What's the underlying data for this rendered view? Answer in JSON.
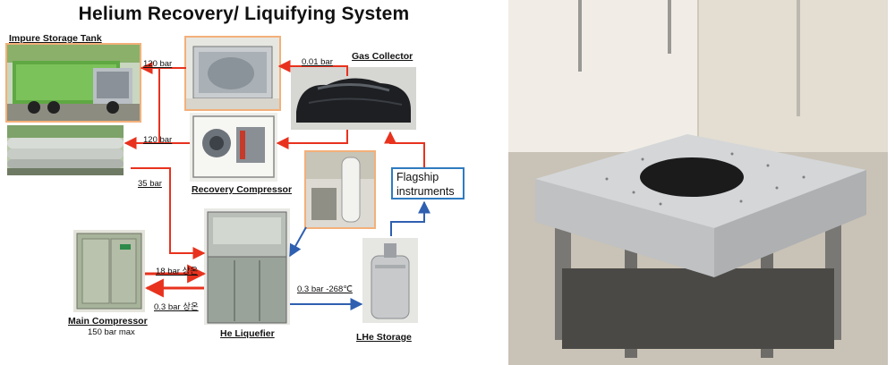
{
  "title": "Helium Recovery/ Liquifying System",
  "labels": {
    "impure_storage_tank": "Impure Storage Tank",
    "gas_collector": "Gas Collector",
    "recovery_compressor": "Recovery Compressor",
    "main_compressor": "Main Compressor",
    "main_compressor_spec": "150 bar max",
    "he_liquefier": "He Liquefier",
    "lhe_storage": "LHe Storage",
    "flagship_instruments": "Flagship instruments"
  },
  "pressures": {
    "p120_top": "120 bar",
    "p001": "0.01 bar",
    "p120_mid": "120 bar",
    "p35": "35 bar",
    "p18": "18 bar 상온",
    "p03": "0.3 bar 상온",
    "p03_268": "0.3 bar -268℃"
  },
  "colors": {
    "flow_red": "#e8321e",
    "flow_blue": "#2f5fb0",
    "frame_orange": "#f3b07a"
  }
}
